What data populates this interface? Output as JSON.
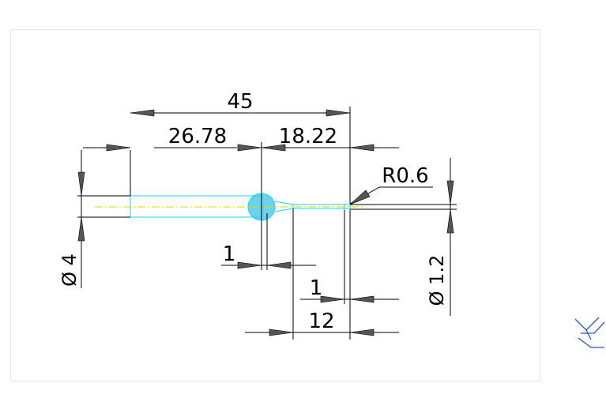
{
  "drawing": {
    "dimensions": {
      "overall_length": "45",
      "left_length": "26.78",
      "right_length": "18.22",
      "radius": "R0.6",
      "shank_diameter": "Ø 4",
      "tip_diameter": "Ø 1.2",
      "ball_gap": "1",
      "tip_gap": "1",
      "tip_length": "12"
    },
    "colors": {
      "dimension_line": "#000000",
      "arrowhead": "#555555",
      "part_outline": "#19d3f5",
      "ball_fill": "#39c6e6",
      "centerline": "#d8d800",
      "sheet_border": "#e6e6e6",
      "ucs_icon": "#2c4fd6"
    },
    "icons": {
      "ucs": "ucs-icon"
    }
  }
}
